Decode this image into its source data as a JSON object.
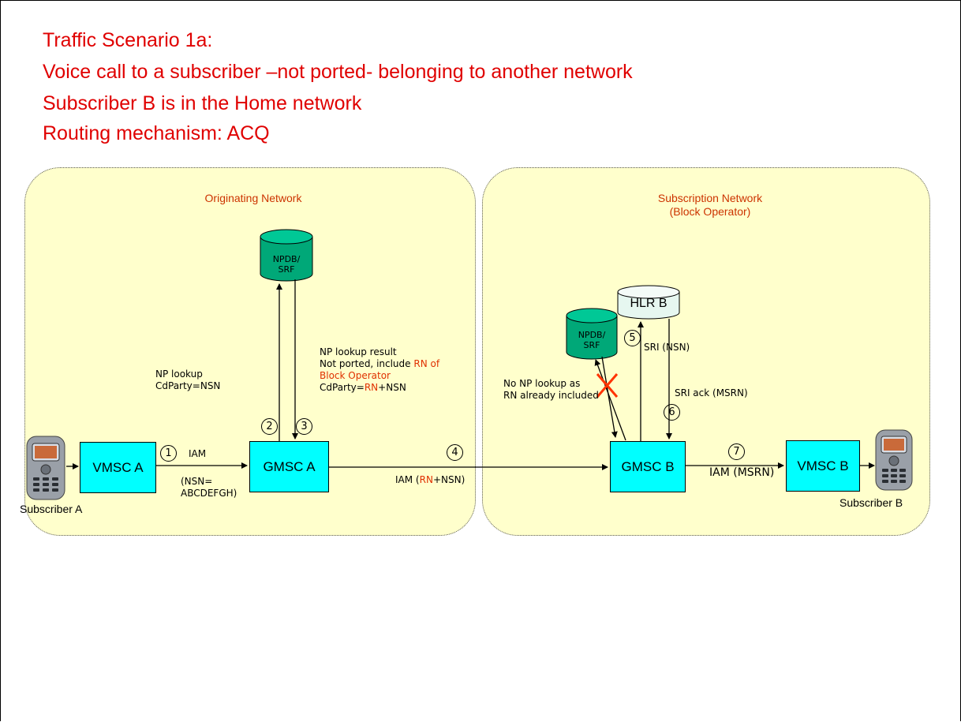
{
  "title": {
    "line1": "Traffic Scenario 1a:",
    "line2": "Voice call to a subscriber –not ported- belonging to another network",
    "line3": "Subscriber B is in the Home network",
    "line4": "Routing mechanism: ACQ"
  },
  "networks": {
    "originating": "Originating Network",
    "subscription_line1": "Subscription Network",
    "subscription_line2": "(Block Operator)"
  },
  "nodes": {
    "vmsc_a": "VMSC A",
    "gmsc_a": "GMSC A",
    "gmsc_b": "GMSC B",
    "vmsc_b": "VMSC B",
    "hlr_b": "HLR B",
    "npdb_a_line1": "NPDB/",
    "npdb_a_line2": "SRF",
    "npdb_b_line1": "NPDB/",
    "npdb_b_line2": "SRF"
  },
  "subscribers": {
    "a": "Subscriber A",
    "b": "Subscriber B"
  },
  "steps": [
    "1",
    "2",
    "3",
    "4",
    "5",
    "6",
    "7"
  ],
  "labels": {
    "iam_1": "IAM",
    "nsn_line1": "(NSN=",
    "nsn_line2": "ABCDEFGH)",
    "np_lookup_line1": "NP lookup",
    "np_lookup_line2": "CdParty=NSN",
    "np_result_line1": "NP lookup result",
    "np_result_line2a": "Not ported, include ",
    "np_result_line2b": "RN of",
    "np_result_line3": "Block Operator",
    "np_result_line4a": "CdParty=",
    "np_result_line4b": "RN",
    "np_result_line4c": "+NSN",
    "iam_4a": "IAM (",
    "iam_4b": "RN",
    "iam_4c": "+NSN)",
    "no_np_line1": "No NP lookup as",
    "no_np_line2": "RN already included",
    "sri": "SRI (NSN)",
    "sri_ack": "SRI ack (MSRN)",
    "iam_7": "IAM (MSRN)"
  },
  "colors": {
    "title": "#e00000",
    "network_fill": "#ffffcc",
    "node_fill": "#00ffff",
    "npdb_fill": "#00a878",
    "hlr_fill": "#e6f7f0",
    "cross": "#ff3300"
  }
}
